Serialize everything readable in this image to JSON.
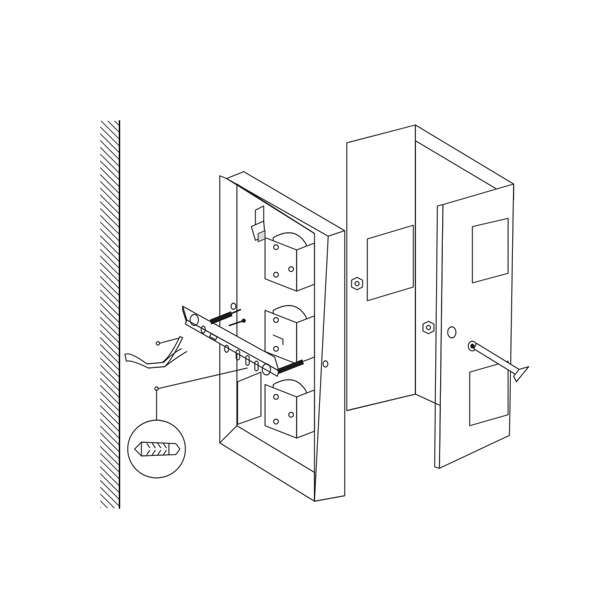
{
  "figure": {
    "kind": "assembly-instruction-illustration",
    "parts": [
      "wall",
      "mounting-bracket",
      "wall-screw",
      "wall-plug",
      "wall-plug-detail-callout",
      "fixture-base-box",
      "terminal-block",
      "cover-shade",
      "set-screw",
      "hex-key"
    ]
  }
}
